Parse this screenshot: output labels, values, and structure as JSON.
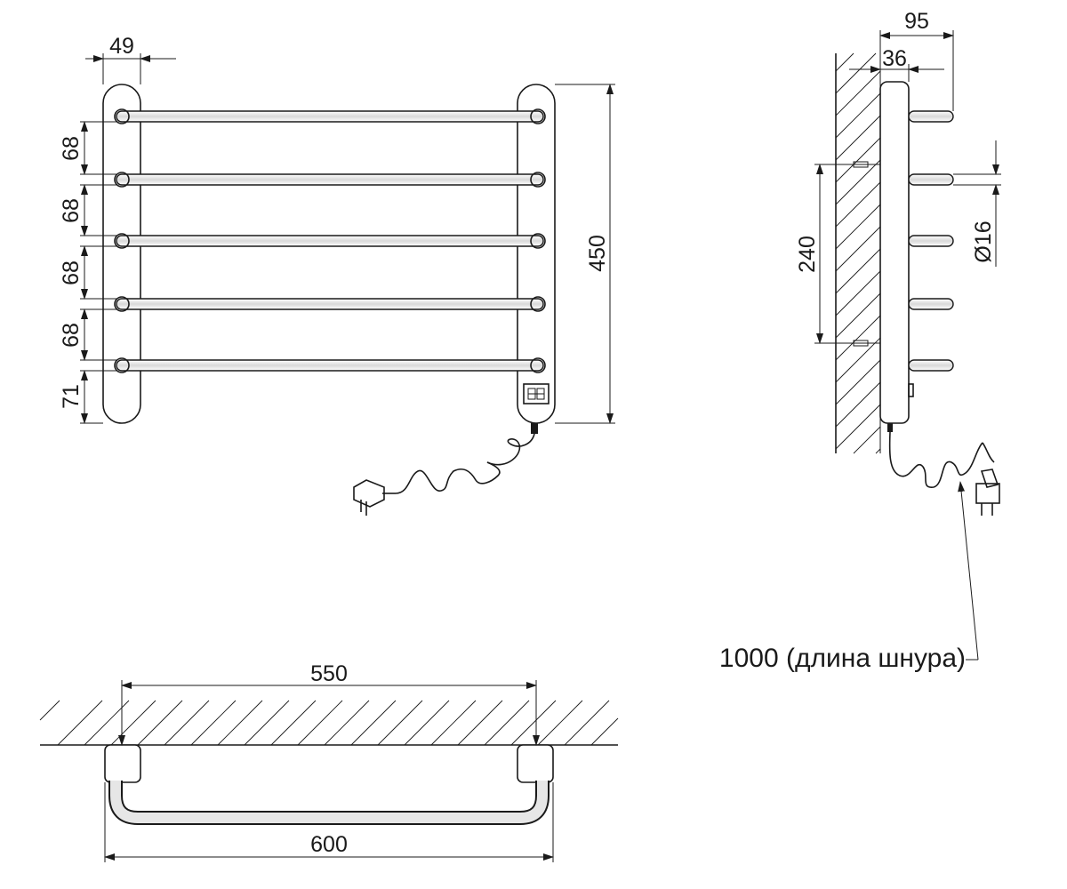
{
  "front_view": {
    "width_post": "49",
    "spacing_1": "68",
    "spacing_2": "68",
    "spacing_3": "68",
    "spacing_4": "68",
    "bottom_offset": "71",
    "height": "450"
  },
  "side_view": {
    "depth_total": "95",
    "depth_post": "36",
    "mount_height": "240",
    "bar_diameter": "Ø16",
    "cord_note": "1000 (длина шнура)"
  },
  "top_view": {
    "mount_width": "550",
    "overall_width": "600"
  }
}
